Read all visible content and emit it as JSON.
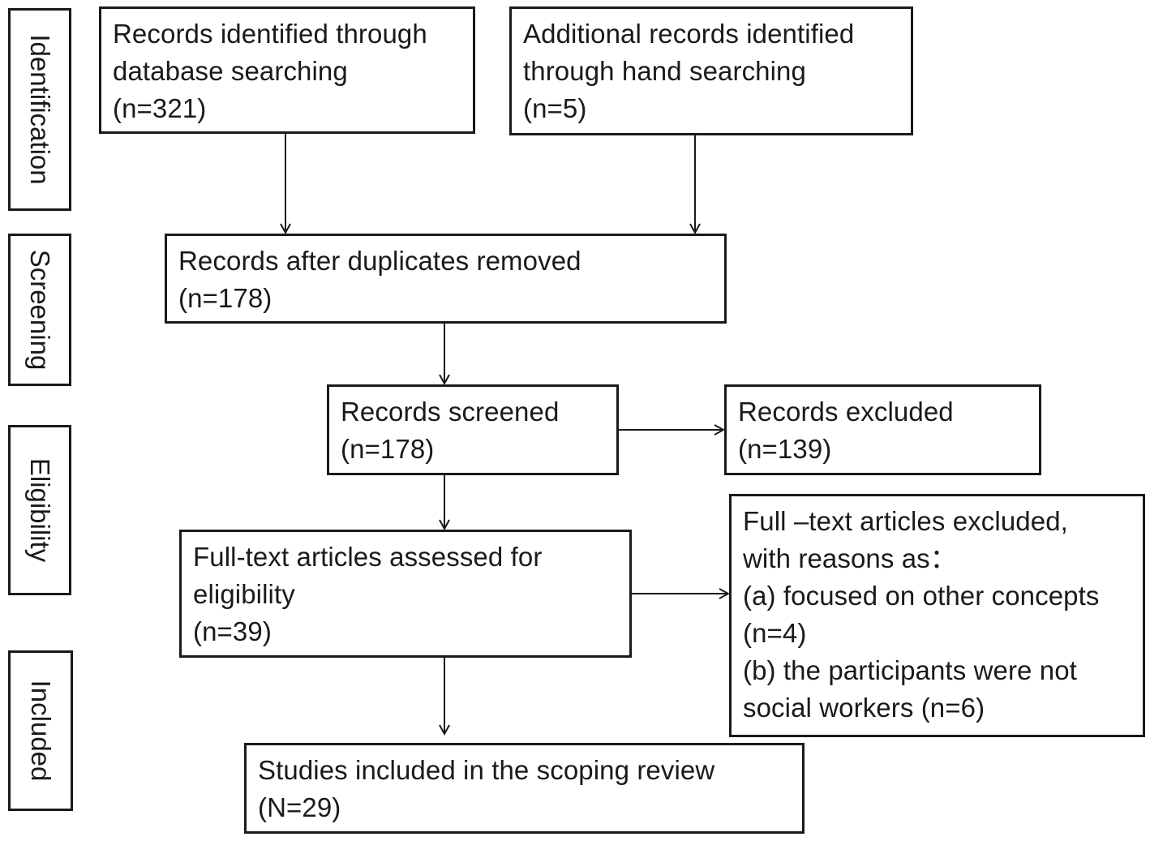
{
  "stages": {
    "identification": "Identification",
    "screening": "Screening",
    "eligibility": "Eligibility",
    "included": "Included"
  },
  "boxes": {
    "database_search": "Records identified through\ndatabase searching\n(n=321)",
    "hand_search": "Additional records identified\nthrough hand searching\n(n=5)",
    "duplicates_removed": "Records after duplicates removed\n(n=178)",
    "screened": "Records screened\n(n=178)",
    "excluded": "Records excluded\n(n=139)",
    "fulltext_assessed": "Full-text articles assessed for\neligibility\n(n=39)",
    "fulltext_excluded": "Full –text articles excluded,\nwith reasons as：\n(a) focused on other concepts\n(n=4)\n(b) the participants were not\nsocial workers (n=6)",
    "included_studies": "Studies included in the scoping review\n(N=29)"
  },
  "colors": {
    "line": "#1a1a1a",
    "background": "#ffffff"
  }
}
